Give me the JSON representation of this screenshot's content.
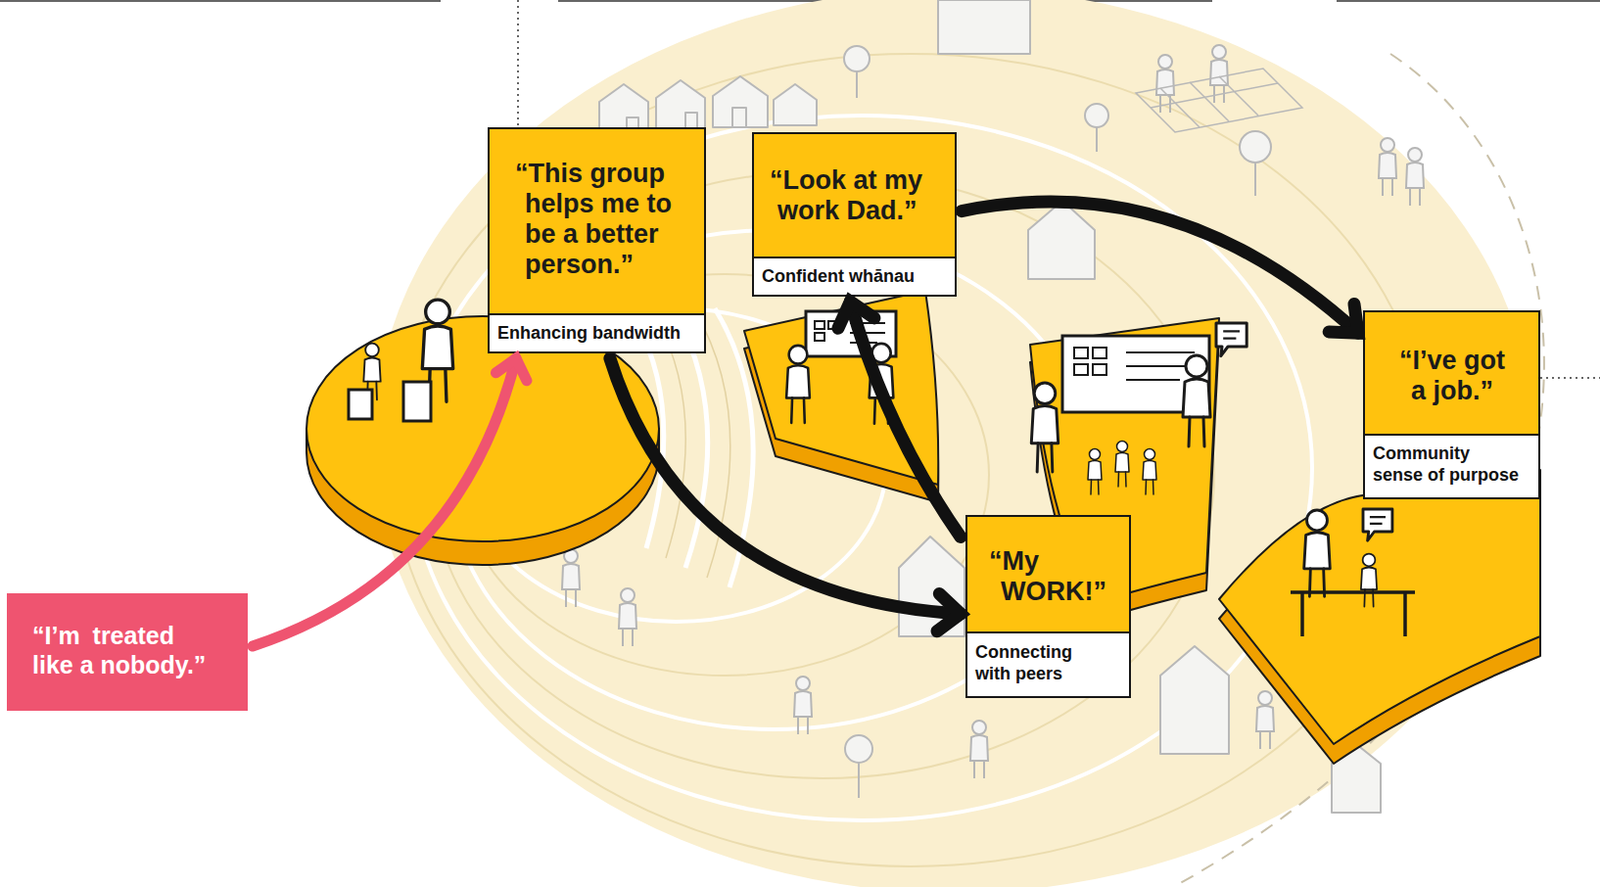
{
  "diagram": {
    "nodes": [
      {
        "text": [
          "“This group helps me to be a better person.”",
          "Enhancing bandwidth"
        ]
      },
      {
        "text": [
          "“Look at my work Dad.”",
          "Confident whānau"
        ]
      },
      {
        "text": [
          "“I’ve got a job.”",
          "Community sense of purpose"
        ]
      },
      {
        "text": [
          "“My WORK!”",
          "Connecting with peers"
        ]
      },
      {
        "text": [
          "“I’m treated like a nobody.”"
        ]
      }
    ],
    "edges": [
      {
        "from": 4,
        "to": 0,
        "arrow": "to"
      },
      {
        "from": 0,
        "to": 3,
        "arrow": "to"
      },
      {
        "from": 3,
        "to": 1,
        "arrow": "to"
      },
      {
        "from": 1,
        "to": 2,
        "arrow": "to"
      }
    ]
  }
}
